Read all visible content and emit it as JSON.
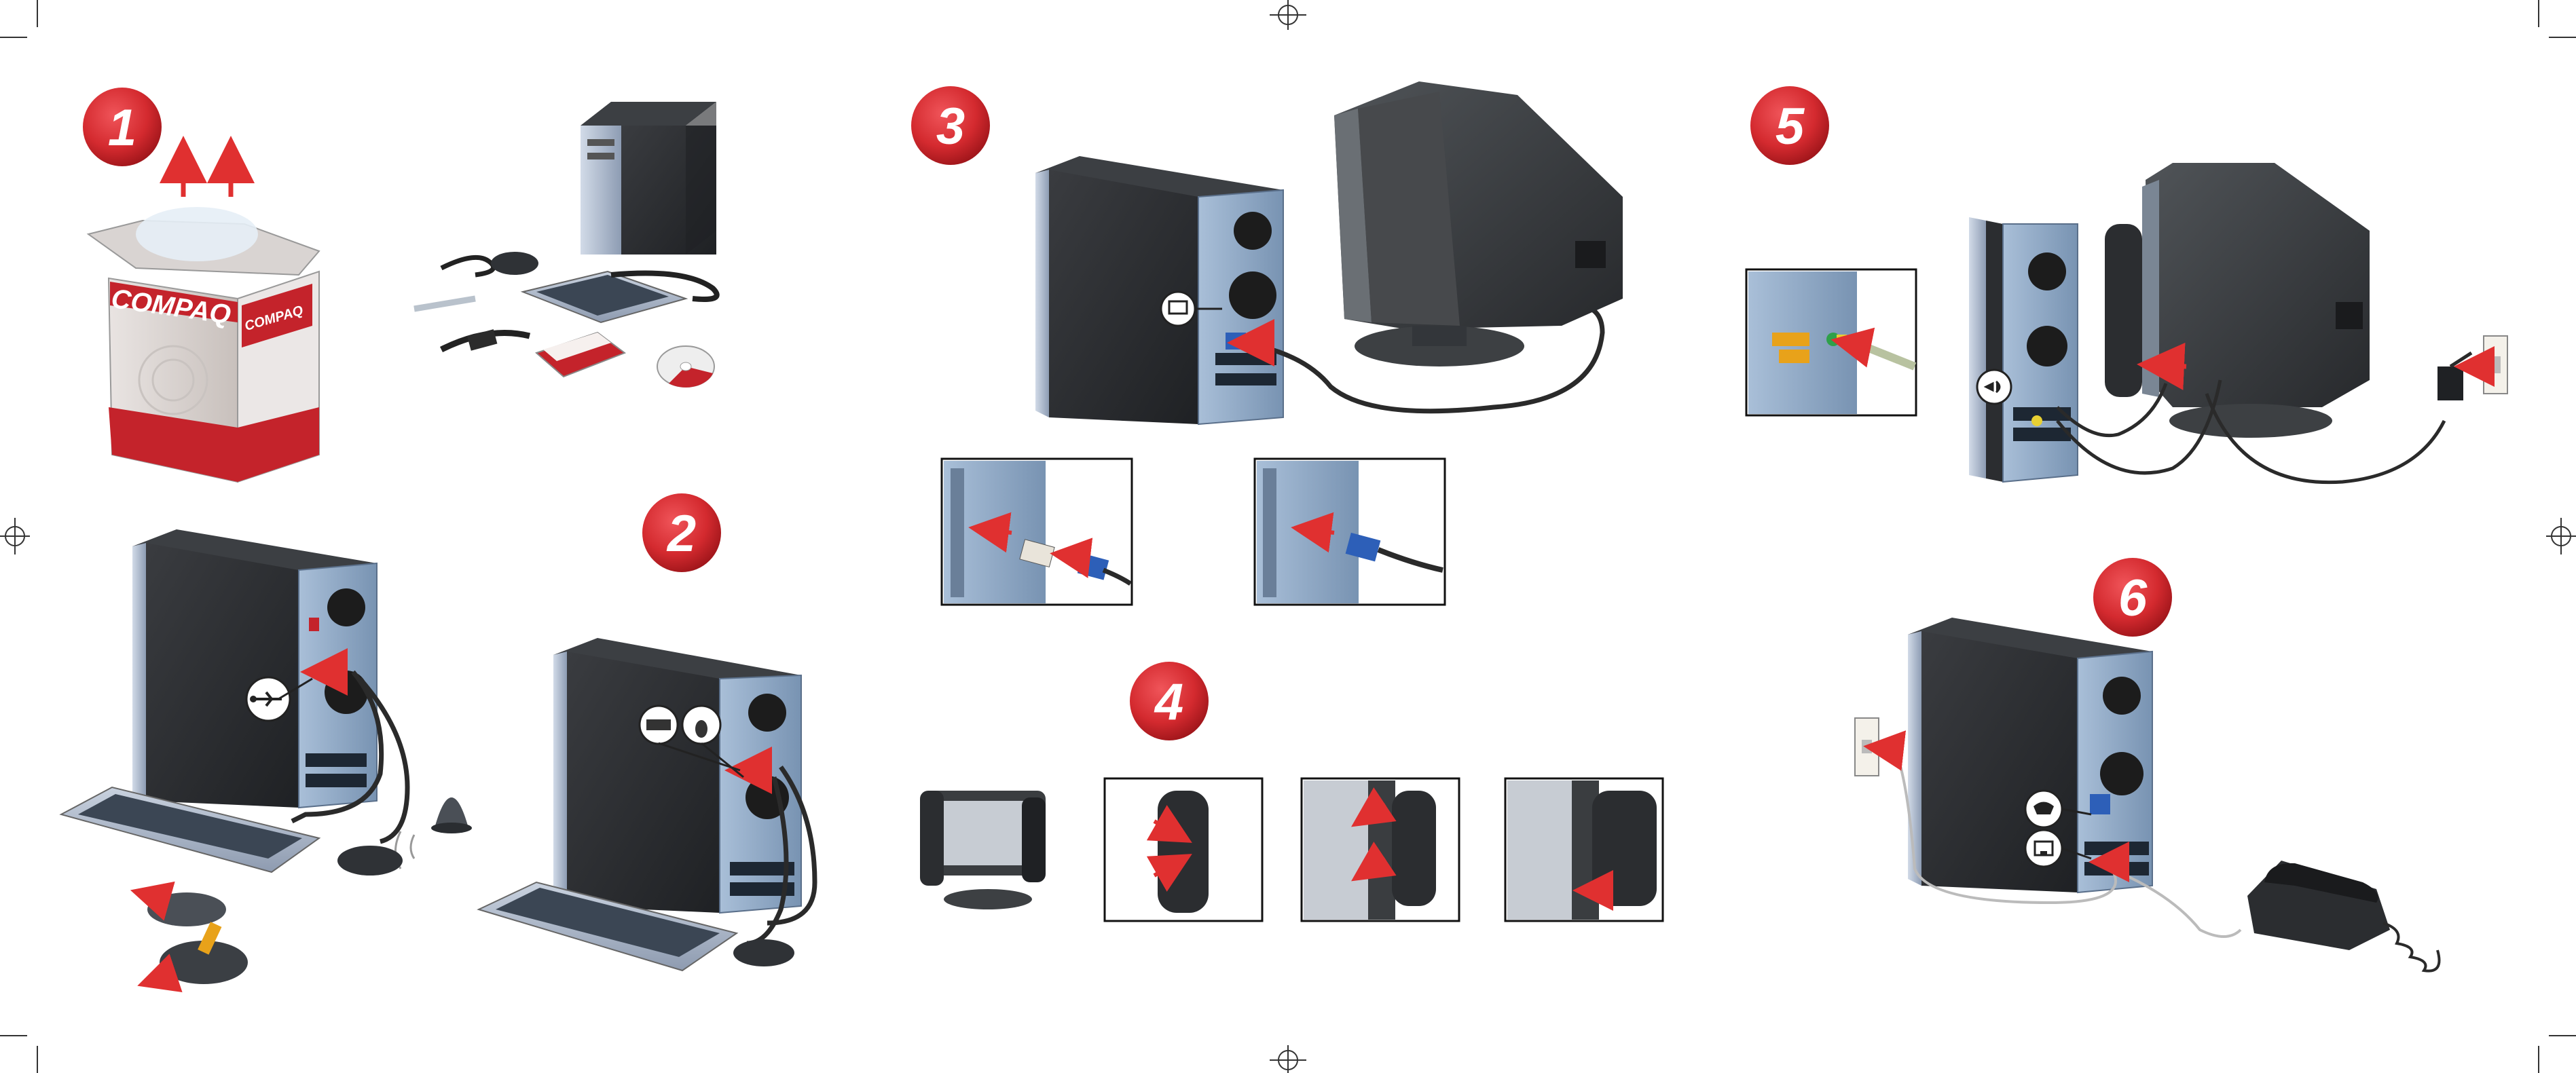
{
  "steps": [
    {
      "number": "1"
    },
    {
      "number": "2"
    },
    {
      "number": "3"
    },
    {
      "number": "4"
    },
    {
      "number": "5"
    },
    {
      "number": "6"
    }
  ],
  "box": {
    "brand": "COMPAQ",
    "side_brand": "COMPAQ"
  },
  "colors": {
    "badge": "#d42a2f",
    "tower": "#2b2d30",
    "tower_side": "#aebbd0",
    "panel": "#8fa9c6",
    "keyboard": "#3b4654",
    "monitor": "#3a3d40",
    "arrow": "#e03030",
    "cable": "#2a2a2a",
    "vga_connector": "#2d5fb8",
    "box_red": "#c4232b"
  },
  "icons": [
    "usb-icon",
    "keyboard-icon",
    "mouse-icon",
    "monitor-icon",
    "audio-out-icon",
    "phone-icon",
    "network-icon",
    "cd-icon"
  ]
}
